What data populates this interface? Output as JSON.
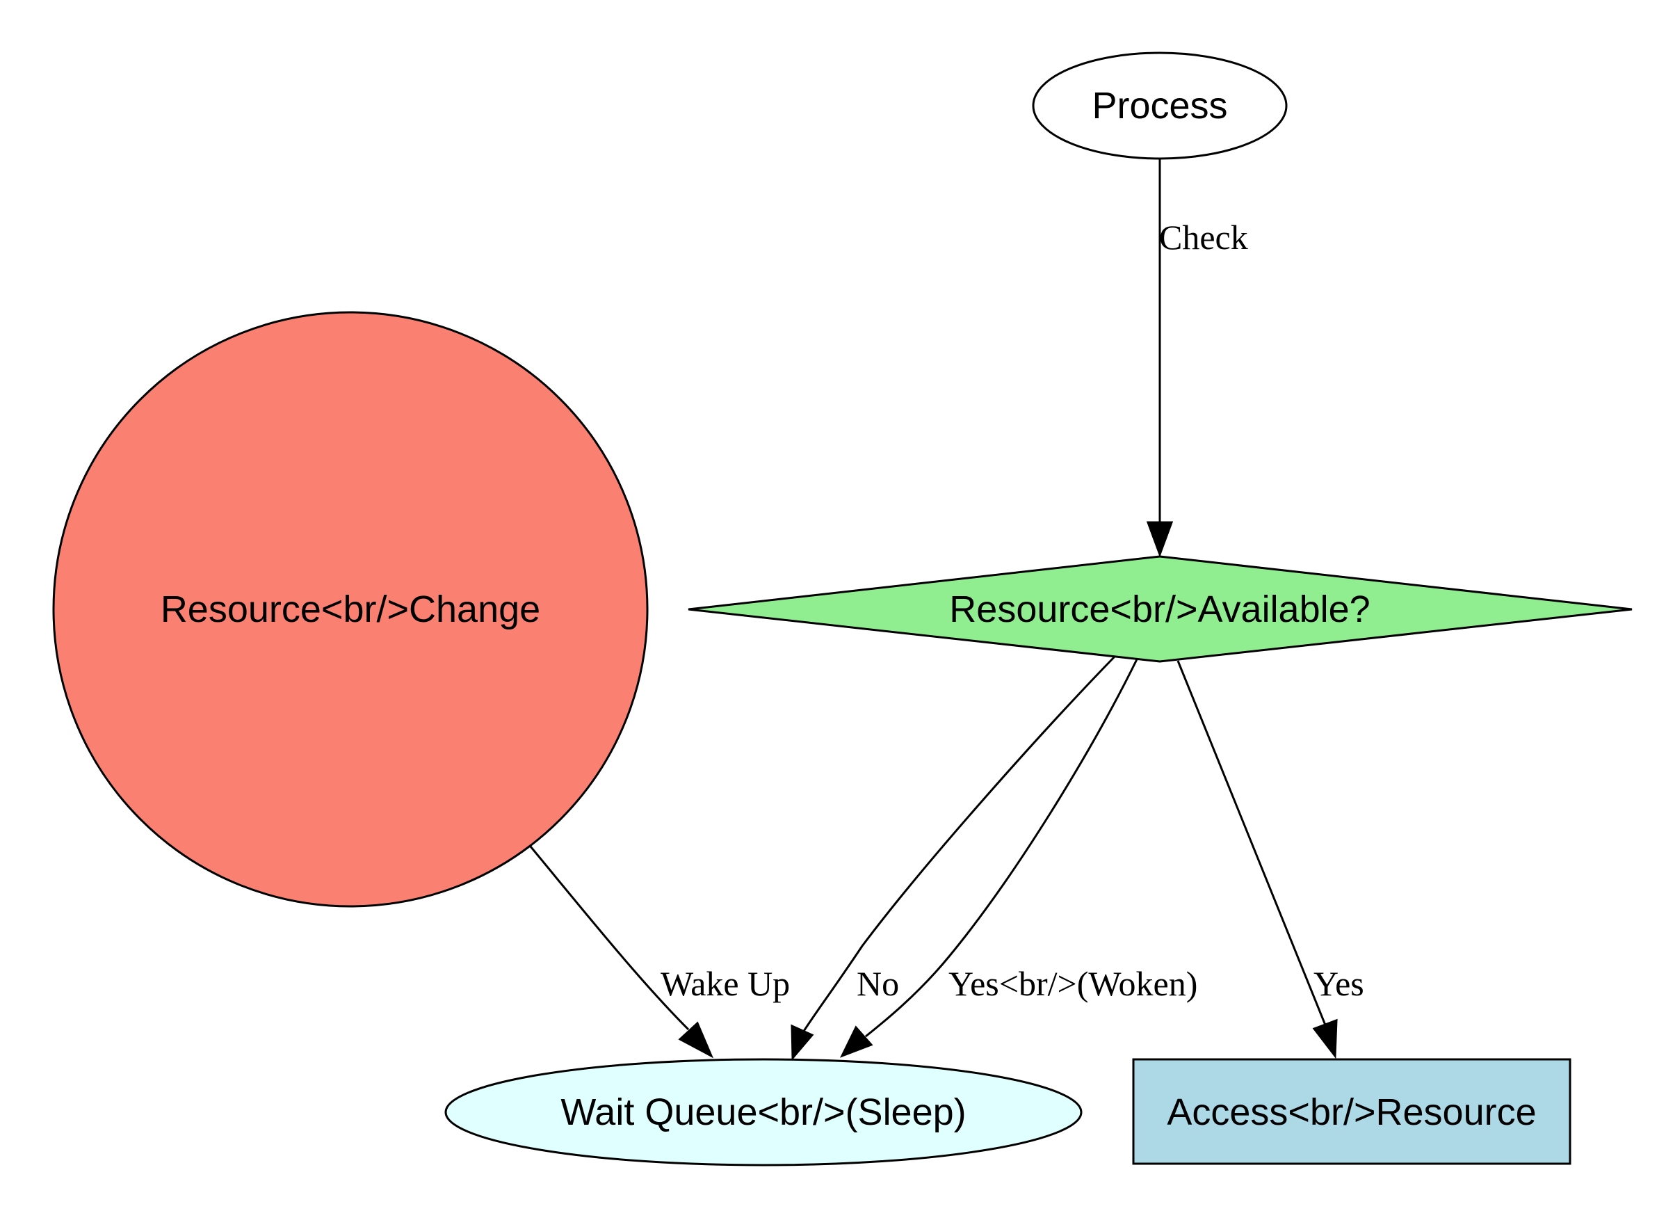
{
  "colors": {
    "resource_change_fill": "#fa8072",
    "available_fill": "#90ee90",
    "wait_queue_fill": "#e0ffff",
    "access_fill": "#add8e6",
    "process_fill": "#ffffff",
    "stroke": "#000000"
  },
  "nodes": {
    "process": {
      "label": "Process",
      "shape": "ellipse"
    },
    "available": {
      "label": "Resource<br/>Available?",
      "shape": "diamond"
    },
    "resource_change": {
      "label": "Resource<br/>Change",
      "shape": "circle"
    },
    "wait_queue": {
      "label": "Wait Queue<br/>(Sleep)",
      "shape": "ellipse"
    },
    "access": {
      "label": "Access<br/>Resource",
      "shape": "box"
    }
  },
  "edges": {
    "check": {
      "from": "process",
      "to": "available",
      "label": "Check"
    },
    "no": {
      "from": "available",
      "to": "wait_queue",
      "label": "No"
    },
    "woken": {
      "from": "available",
      "to": "wait_queue",
      "label": "Yes<br/>(Woken)"
    },
    "yes": {
      "from": "available",
      "to": "access",
      "label": "Yes"
    },
    "wake_up": {
      "from": "resource_change",
      "to": "wait_queue",
      "label": "Wake Up"
    }
  }
}
